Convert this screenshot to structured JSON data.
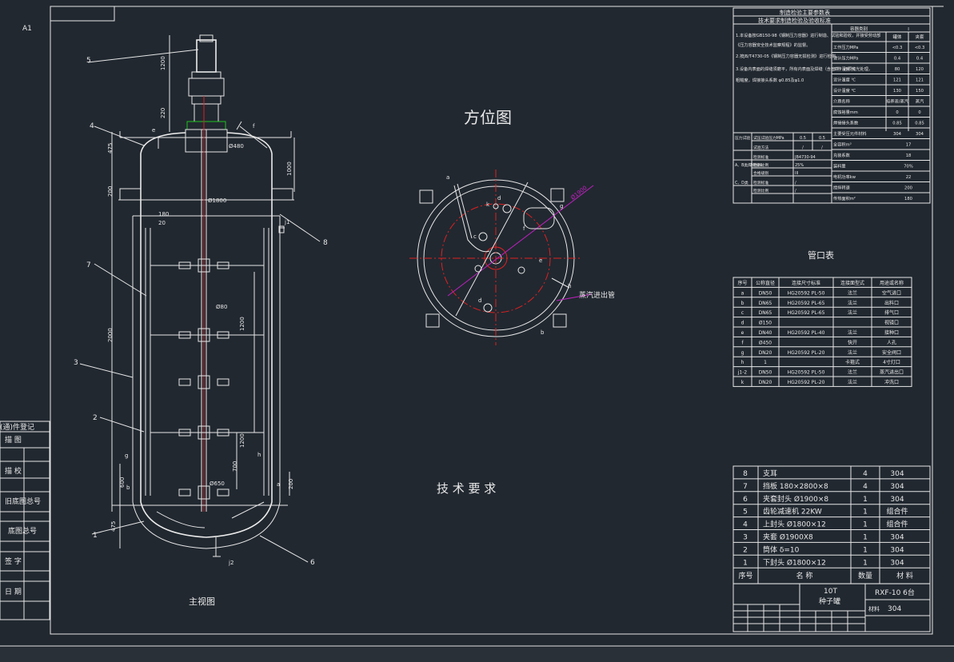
{
  "sheet": {
    "size_label": "A1"
  },
  "views": {
    "front_title": "主视图",
    "plan_title": "方位图",
    "tech_title": "技 术 要 求",
    "nozzle_table_title": "管口表"
  },
  "front_dims": [
    "1200",
    "220",
    "475",
    "1000",
    "200",
    "2000",
    "1200",
    "1200",
    "700",
    "200",
    "600",
    "475"
  ],
  "front_dim_labels": {
    "d180": "180",
    "d20": "20",
    "d1800": "Ø1800",
    "d480": "Ø480",
    "d80": "Ø80",
    "d650": "Ø650"
  },
  "front_callouts": [
    "5",
    "4",
    "7",
    "3",
    "2",
    "1",
    "8",
    "6"
  ],
  "front_nozzle_letters": {
    "e": "e",
    "f": "f",
    "j1": "j1",
    "j2": "j2",
    "h": "h",
    "a": "a",
    "b": "b",
    "g": "g"
  },
  "plan": {
    "dia_label": "Ø1900",
    "steam_label": "蒸汽进出管",
    "letters": [
      "a",
      "d",
      "k",
      "c",
      "f",
      "g",
      "e",
      "d",
      "h",
      "b"
    ]
  },
  "design_table": {
    "title": "制造检验主要参数表",
    "subtitle": "技术要求制造检验及验收标准",
    "notes": [
      "1.本设备按GB150-98《钢制压力容器》进行制造、试验和验收，并接受劳动部",
      "  《压力容器安全技术监察规程》的监督。",
      "2.按JB/T4730-05《钢制压力容器无损检测》进行检测。",
      "3.设备内表面的焊缝须磨平，所有内表面及焊缝（含管件）必须抛光处理，",
      "  粗糙度，焊接接头系数 φ0.85及φ1.0"
    ],
    "col_headers": [
      "容器类别",
      "I",
      "罐体",
      "夹套"
    ],
    "rows": [
      [
        "工作压力MPa",
        "<0.3",
        "<0.3"
      ],
      [
        "设计压力MPa",
        "0.4",
        "0.4"
      ],
      [
        "工作温度 ℃",
        "80",
        "120"
      ],
      [
        "设计温度 ℃",
        "121",
        "121"
      ],
      [
        "设计温度 ℃",
        "130",
        "150"
      ],
      [
        "介质名称",
        "培养液/蒸汽",
        "蒸汽"
      ],
      [
        "腐蚀裕量mm",
        "0",
        "0"
      ],
      [
        "焊接接头系数",
        "0.85",
        "0.85"
      ],
      [
        "主要受压元件材料",
        "304",
        "304"
      ],
      [
        "全容积m³",
        "17",
        ""
      ],
      [
        "充装系数",
        "18",
        ""
      ],
      [
        "装料量",
        "70%",
        ""
      ],
      [
        "电机功率kw",
        "22",
        ""
      ],
      [
        "搅拌转速",
        "200",
        ""
      ],
      [
        "传热面积m²",
        "180",
        ""
      ]
    ],
    "lower_left": [
      [
        "压力试验",
        "试压试验压力MPa",
        "0.5",
        "0.5"
      ],
      [
        "",
        "试验方法",
        "/",
        "/"
      ],
      [
        "",
        "检测标准",
        "JB4730-94",
        ""
      ],
      [
        "A、B类焊接接头",
        "检测比例",
        "25%",
        ""
      ],
      [
        "",
        "合格级别",
        "III",
        ""
      ],
      [
        "C、D类",
        "检测标准",
        "/",
        ""
      ],
      [
        "",
        "检测比例",
        "/",
        ""
      ]
    ]
  },
  "nozzle_table": {
    "headers": [
      "序号",
      "公称直径",
      "连接尺寸标准",
      "连接面型式",
      "用途或名称"
    ],
    "rows": [
      [
        "a",
        "DN50",
        "HG20592 PL-50",
        "法兰",
        "空气进口"
      ],
      [
        "b",
        "DN65",
        "HG20592 PL-65",
        "法兰",
        "出料口"
      ],
      [
        "c",
        "DN65",
        "HG20592 PL-65",
        "法兰",
        "排气口"
      ],
      [
        "d",
        "Ø150",
        "",
        "",
        "视镜口"
      ],
      [
        "e",
        "DN40",
        "HG20592 PL-40",
        "法兰",
        "接种口"
      ],
      [
        "f",
        "Ø450",
        "",
        "快开",
        "人孔"
      ],
      [
        "g",
        "DN20",
        "HG20592 PL-20",
        "法兰",
        "安全阀口"
      ],
      [
        "h",
        "1",
        "",
        "卡箍式",
        "4寸灯口"
      ],
      [
        "j1-2",
        "DN50",
        "HG20592 PL-50",
        "法兰",
        "蒸汽进出口"
      ],
      [
        "k",
        "DN20",
        "HG20592 PL-20",
        "法兰",
        "冲洗口"
      ]
    ]
  },
  "bom": {
    "rows": [
      [
        "8",
        "支耳",
        "4",
        "304"
      ],
      [
        "7",
        "挡板 180×2800×8",
        "4",
        "304"
      ],
      [
        "6",
        "夹套封头 Ø1900×8",
        "1",
        "304"
      ],
      [
        "5",
        "齿轮减速机 22KW",
        "1",
        "组合件"
      ],
      [
        "4",
        "上封头 Ø1800×12",
        "1",
        "组合件"
      ],
      [
        "3",
        "夹套 Ø1900X8",
        "1",
        "304"
      ],
      [
        "2",
        "筒体 δ=10",
        "1",
        "304"
      ],
      [
        "1",
        "下封头 Ø1800×12",
        "1",
        "304"
      ]
    ],
    "header": [
      "序号",
      "名 称",
      "数量",
      "材 料"
    ]
  },
  "title_block": {
    "name_line1": "10T",
    "name_line2": "种子罐",
    "code": "RXF-10 6台",
    "material_label": "材料",
    "material": "304"
  },
  "left_block": [
    "(通)件登记",
    "描 图",
    "描 校",
    "旧底图总号",
    "底图总号",
    "签 字",
    "日 期"
  ]
}
